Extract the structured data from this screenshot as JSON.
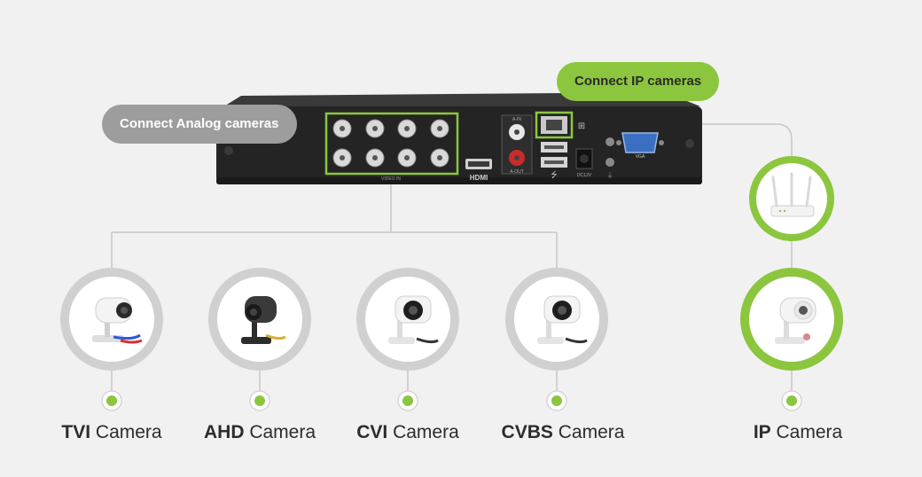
{
  "labels": {
    "analog": "Connect Analog cameras",
    "ip": "Connect IP cameras"
  },
  "device": {
    "port_video_in": "VIDEO IN",
    "port_hdmi": "HDMI",
    "port_audio_in": "A-IN",
    "port_audio_out": "A-OUT",
    "port_power": "DC12V",
    "port_vga": "VGA"
  },
  "cameras": [
    {
      "bold": "TVI",
      "rest": " Camera"
    },
    {
      "bold": "AHD",
      "rest": " Camera"
    },
    {
      "bold": "CVI",
      "rest": " Camera"
    },
    {
      "bold": "CVBS",
      "rest": " Camera"
    },
    {
      "bold": "IP",
      "rest": " Camera"
    }
  ],
  "colors": {
    "accent": "#8cc63f",
    "ring": "#d0d0d0",
    "device": "#2a2a2a",
    "line": "#c6c6c6"
  }
}
